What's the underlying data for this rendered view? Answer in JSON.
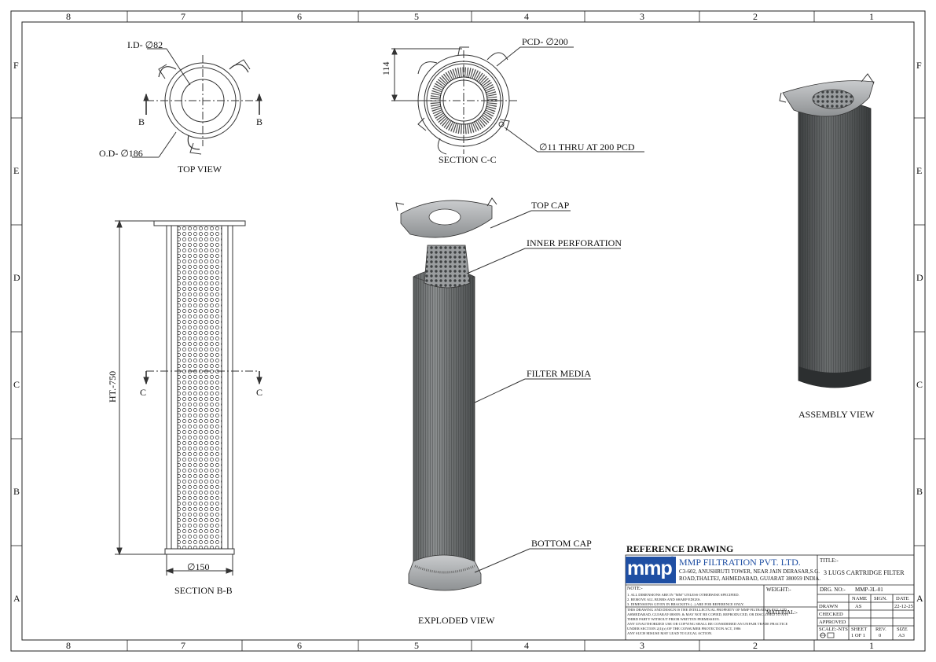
{
  "grid": {
    "columns": [
      "8",
      "7",
      "6",
      "5",
      "4",
      "3",
      "2",
      "1"
    ],
    "rows": [
      "F",
      "E",
      "D",
      "C",
      "B",
      "A"
    ]
  },
  "views": {
    "top_view": {
      "title": "TOP VIEW",
      "id_label": "I.D- ∅82",
      "od_label": "O.D- ∅186",
      "section_mark": "B"
    },
    "section_cc": {
      "title": "SECTION C-C",
      "pcd_label": "PCD- ∅200",
      "height_dim": "114",
      "hole_label": "∅11 THRU AT 200 PCD"
    },
    "section_bb": {
      "title": "SECTION B-B",
      "height_label": "HT.-750",
      "dia_label": "∅150",
      "section_mark": "C"
    },
    "exploded": {
      "title": "EXPLODED VIEW",
      "callouts": [
        "TOP CAP",
        "INNER PERFORATION",
        "FILTER MEDIA",
        "BOTTOM CAP"
      ]
    },
    "assembly": {
      "title": "ASSEMBLY VIEW"
    }
  },
  "title_block": {
    "heading": "REFERENCE DRAWING",
    "logo_text": "mmp",
    "logo_mark": "®",
    "company": "MMP FILTRATION PVT. LTD.",
    "address": [
      "C3-602, ANUSHRUTI TOWER, NEAR JAIN DERASAR,S.G.",
      "ROAD,THALTEJ, AHMEDABAD, GUJARAT 380059 INDIA."
    ],
    "title_label": "TITLE:-",
    "title_value": "3 LUGS CARTRIDGE FILTER",
    "note_label": "NOTE:-",
    "notes": [
      "1. ALL DIMENSIONS ARE IN \"MM\" UNLESS OTHERWISE SPECIFIED.",
      "2. REMOVE ALL BURRS AND SHARP EDGES.",
      "3. DIMENSIONS GIVEN IN BRACKETS (...) ARE FOR REFERENCE ONLY."
    ],
    "disclaimer": [
      "THIS DRAWING AND DESIGN IS THE INTELLECTUAL PROPERTY OF MMP FILTRATION PVT. LTD.,",
      "AHMEDABAD, GUJARAT-380059, & MAY NOT BE COPIED, REPRODUCED, OR DISCLOSED TO ANY",
      "THIRD PARTY WITHOUT PRIOR WRITTEN PERMISSION.",
      "ANY UNAUTHORIZED USE OR COPYING SHALL BE CONSIDERED AN UNFAIR TRADE PRACTICE",
      "UNDER SECTION 2(1)(r) OF THE CONSUMER PROTECTION ACT, 1986",
      "ANY SUCH MISUSE MAY LEAD TO LEGAL ACTION."
    ],
    "weight_label": "WEIGHT:-",
    "material_label": "MATERIAL:-",
    "drg_no_label": "DRG. NO:-",
    "drg_no_value": "MMP-3L-01",
    "table_headers": [
      "NAME",
      "SIGN.",
      "DATE"
    ],
    "drawn_label": "DRAWN",
    "drawn_name": "AS",
    "drawn_date": "22-12-25",
    "checked_label": "CHECKED",
    "approved_label": "APPROVED",
    "scale_label": "SCALE:-NTS",
    "sheet_label": "SHEET",
    "sheet_value": "1 OF 1",
    "rev_label": "REV.",
    "rev_value": "0",
    "size_label": "SIZE",
    "size_value": "A3"
  }
}
